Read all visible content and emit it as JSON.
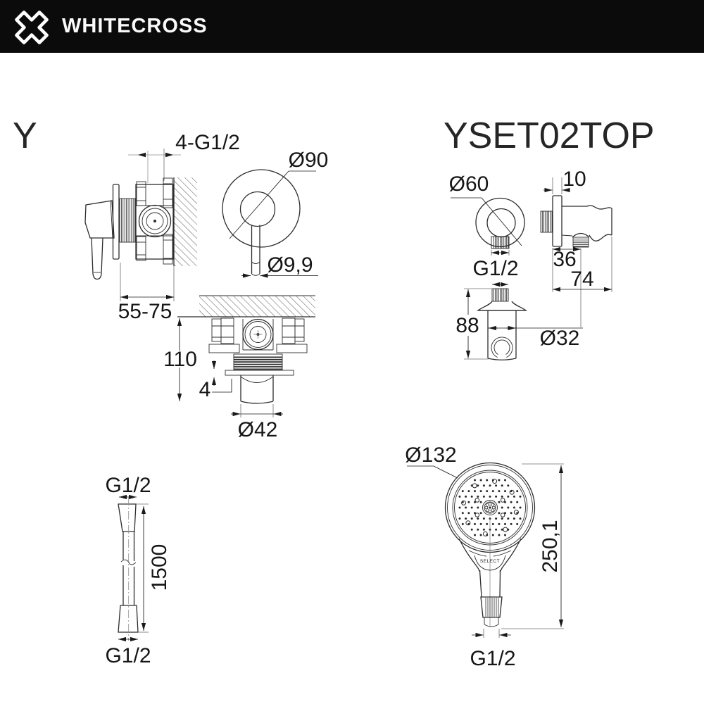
{
  "header": {
    "brand": "WHITECROSS"
  },
  "title": {
    "series": "Y",
    "model": "YSET02TOP"
  },
  "colors": {
    "header_bg": "#0b0b0b",
    "drawing_line": "#2d2d2d",
    "dim_text": "#161616"
  },
  "views": {
    "mixer_side": {
      "dim_ports": "4-G1/2",
      "dim_depth_range": "55-75"
    },
    "mixer_front": {
      "dim_plate_diameter": "Ø90",
      "dim_lever_diameter": "Ø9,9"
    },
    "mixer_plan": {
      "dim_height": "110",
      "dim_flange_thickness": "4",
      "dim_spout_diameter": "Ø42"
    },
    "outlet_front": {
      "dim_diameter": "Ø60",
      "dim_thread": "G1/2"
    },
    "outlet_side": {
      "dim_plate_thickness": "10",
      "dim_offset": "36",
      "dim_depth": "74"
    },
    "holder": {
      "dim_height": "88",
      "dim_diameter": "Ø32"
    },
    "hose": {
      "dim_thread_top": "G1/2",
      "dim_length": "1500",
      "dim_thread_bottom": "G1/2"
    },
    "handshower": {
      "button_label": "SELECT",
      "dim_head_diameter": "Ø132",
      "dim_length": "250,1",
      "dim_thread": "G1/2"
    }
  }
}
